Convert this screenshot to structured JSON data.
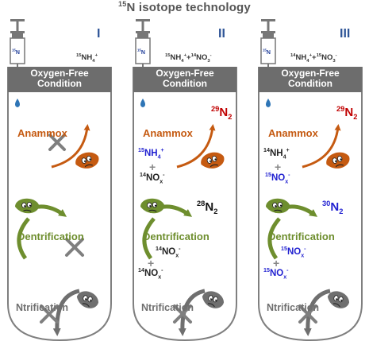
{
  "title": {
    "sup": "15",
    "text": "N isotope technology"
  },
  "syringe_label": {
    "sup": "15",
    "text": "N"
  },
  "panels": [
    {
      "roman": "I",
      "formula": "<sup>15</sup>NH<sub>4</sub><sup>+</sup>",
      "condition": "Oxygen-Free Condition",
      "anammox": "Anammox",
      "denitrification": "Dentrification",
      "nitrification": "Ntrification"
    },
    {
      "roman": "II",
      "formula": "<sup>15</sup>NH<sub>4</sub><sup>+</sup>+<sup>14</sup>NO<sub>3</sub><sup>-</sup>",
      "condition": "Oxygen-Free Condition",
      "anammox": "Anammox",
      "denitrification": "Dentrification",
      "nitrification": "Ntrification",
      "anammox_product": "<sup>29</sup>N<sub>2</sub>",
      "anammox_input1": "<sup>15</sup>NH<sub>4</sub><sup>+</sup>",
      "anammox_input2": "<sup>14</sup>NO<sub>x</sub><sup>-</sup>",
      "denit_product": "<sup>28</sup>N<sub>2</sub>",
      "denit_input1": "<sup>14</sup>NO<sub>x</sub><sup>-</sup>",
      "denit_input2": "<sup>14</sup>NO<sub>x</sub><sup>-</sup>"
    },
    {
      "roman": "III",
      "formula": "<sup>14</sup>NH<sub>4</sub><sup>+</sup>+<sup>15</sup>NO<sub>3</sub><sup>-</sup>",
      "condition": "Oxygen-Free Condition",
      "anammox": "Anammox",
      "denitrification": "Dentrification",
      "nitrification": "Ntrification",
      "anammox_product": "<sup>29</sup>N<sub>2</sub>",
      "anammox_input1": "<sup>14</sup>NH<sub>4</sub><sup>+</sup>",
      "anammox_input2": "<sup>15</sup>NO<sub>x</sub><sup>-</sup>",
      "denit_product": "<sup>30</sup>N<sub>2</sub>",
      "denit_input1": "<sup>15</sup>NO<sub>x</sub><sup>-</sup>",
      "denit_input2": "<sup>15</sup>NO<sub>x</sub><sup>-</sup>"
    }
  ],
  "plus": "+",
  "colors": {
    "tube_outline": "#7f7f7f",
    "condition_bar": "#6d6d6d",
    "anammox": "#c55a11",
    "denitrification": "#6e8e2e",
    "nitrification": "#6f6f6f",
    "label_15n": "#1f1fd0",
    "product_29": "#c00000",
    "roman": "#2f5597",
    "cross": "#7f7f7f",
    "droplet": "#2e75b6"
  },
  "icons": [
    "syringe-icon",
    "droplet-icon",
    "bacteria-icon",
    "arrow-icon",
    "cross-icon"
  ]
}
